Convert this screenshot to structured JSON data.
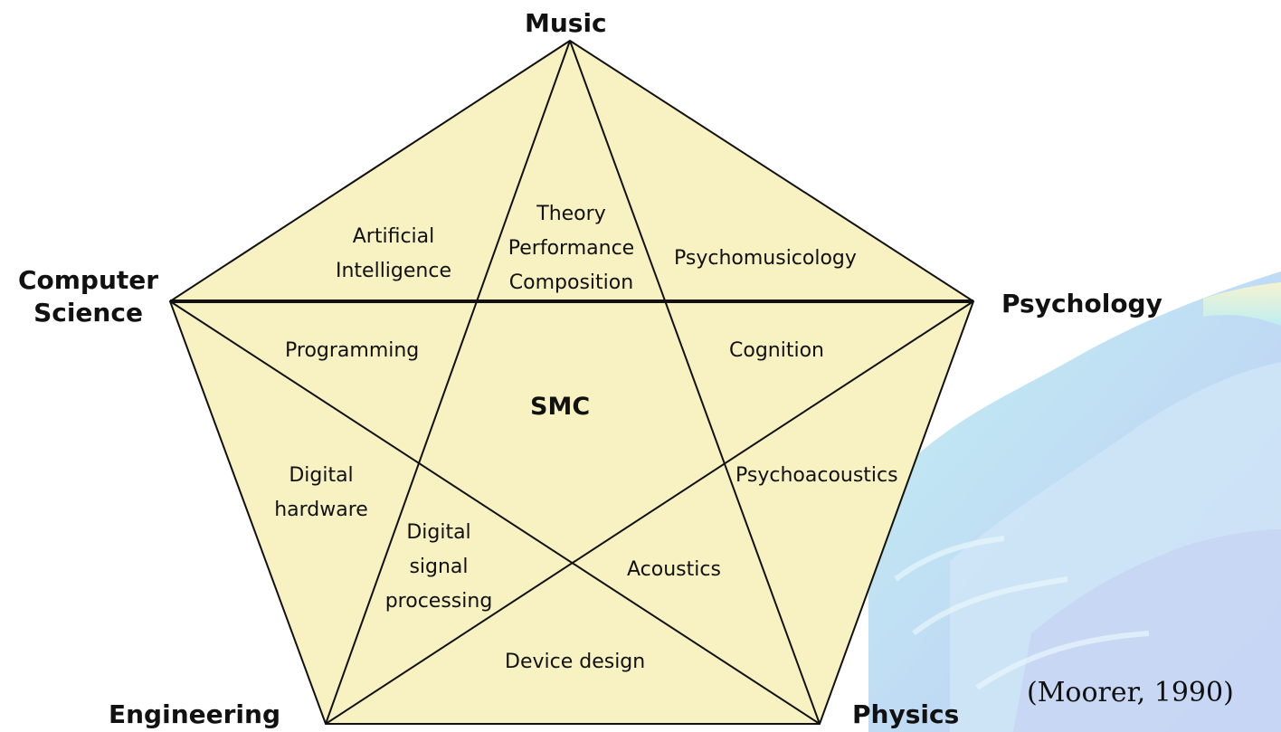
{
  "diagram": {
    "vertices": {
      "top": "Music",
      "right": "Psychology",
      "bottom_right": "Physics",
      "bottom_left": "Engineering",
      "left": [
        "Computer",
        "Science"
      ]
    },
    "regions": {
      "artificial_intelligence": [
        "Artificial",
        "Intelligence"
      ],
      "theory": [
        "Theory",
        "Performance",
        "Composition"
      ],
      "psychomusicology": "Psychomusicology",
      "programming": "Programming",
      "cognition": "Cognition",
      "center": "SMC",
      "digital_hardware": [
        "Digital",
        "hardware"
      ],
      "psychoacoustics": "Psychoacoustics",
      "dsp": [
        "Digital",
        "signal",
        "processing"
      ],
      "acoustics": "Acoustics",
      "device_design": "Device design"
    },
    "citation": "(Moorer, 1990)",
    "colors": {
      "fill": "#f8f2c2",
      "stroke": "#111111"
    }
  }
}
